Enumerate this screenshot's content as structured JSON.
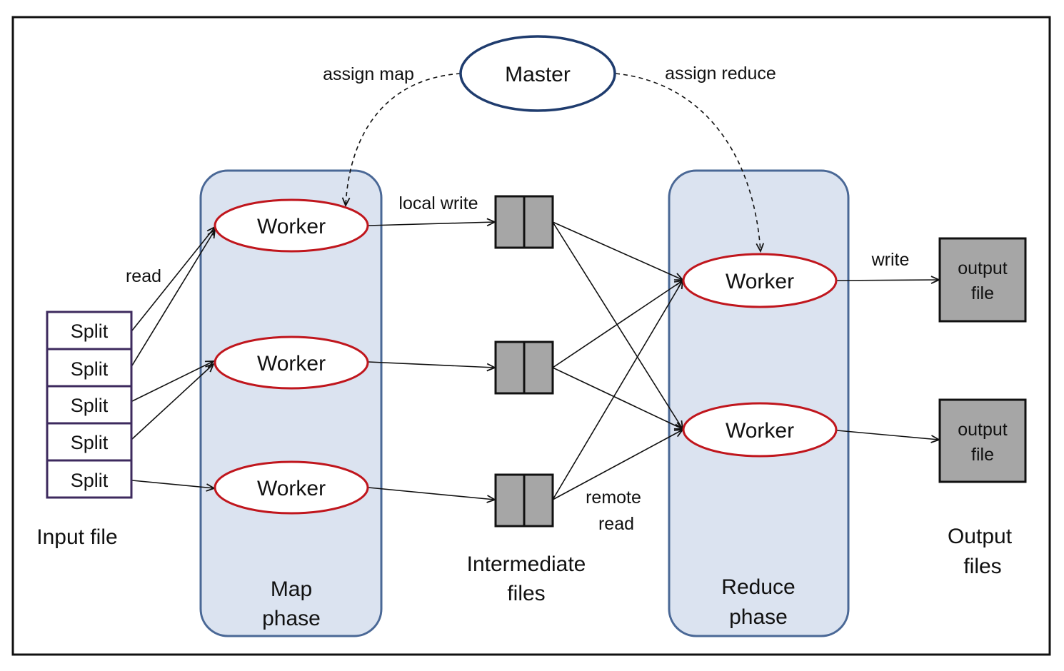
{
  "master": {
    "label": "Master"
  },
  "edge_labels": {
    "assign_map": "assign map",
    "assign_reduce": "assign reduce",
    "read": "read",
    "local_write": "local write",
    "remote_read_1": "remote",
    "remote_read_2": "read",
    "write": "write"
  },
  "input": {
    "splits": [
      "Split",
      "Split",
      "Split",
      "Split",
      "Split"
    ],
    "caption": "Input file"
  },
  "map_phase": {
    "workers": [
      "Worker",
      "Worker",
      "Worker"
    ],
    "caption_1": "Map",
    "caption_2": "phase"
  },
  "intermediate": {
    "caption_1": "Intermediate",
    "caption_2": "files"
  },
  "reduce_phase": {
    "workers": [
      "Worker",
      "Worker"
    ],
    "caption_1": "Reduce",
    "caption_2": "phase"
  },
  "output": {
    "files": [
      {
        "line1": "output",
        "line2": "file"
      },
      {
        "line1": "output",
        "line2": "file"
      }
    ],
    "caption_1": "Output",
    "caption_2": "files"
  }
}
